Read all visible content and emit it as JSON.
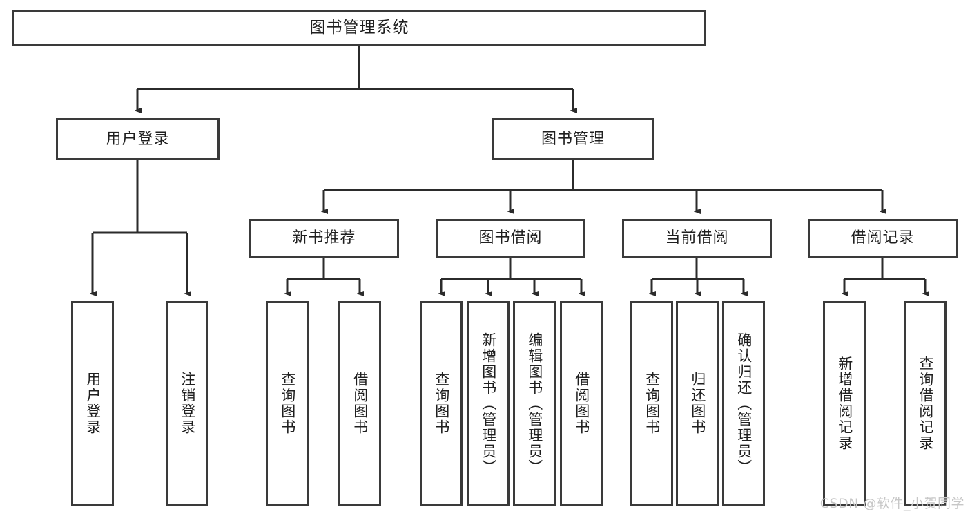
{
  "diagram": {
    "title": "图书管理系统",
    "watermark": "CSDN @软件_小贺同学",
    "colors": {
      "box_border": "#3a3a3a",
      "edge": "#2b2b2b",
      "background": "#ffffff",
      "text": "#1f1f1f",
      "watermark": "#c7c7c7"
    },
    "levels": {
      "root": "图书管理系统",
      "level2": [
        "用户登录",
        "图书管理"
      ],
      "level3": [
        "新书推荐",
        "图书借阅",
        "当前借阅",
        "借阅记录"
      ]
    },
    "nodes": {
      "root": {
        "label": "图书管理系统"
      },
      "user_login": {
        "label": "用户登录"
      },
      "book_manage": {
        "label": "图书管理"
      },
      "new_book_rec": {
        "label": "新书推荐"
      },
      "book_borrow": {
        "label": "图书借阅"
      },
      "current_borrow": {
        "label": "当前借阅"
      },
      "borrow_record": {
        "label": "借阅记录"
      }
    },
    "leaves": {
      "user_login": [
        {
          "label": "用户登录"
        },
        {
          "label": "注销登录"
        }
      ],
      "new_book_rec": [
        {
          "label": "查询图书"
        },
        {
          "label": "借阅图书"
        }
      ],
      "book_borrow": [
        {
          "label": "查询图书"
        },
        {
          "label": "新增图书（管理员）"
        },
        {
          "label": "编辑图书（管理员）"
        },
        {
          "label": "借阅图书"
        }
      ],
      "current_borrow": [
        {
          "label": "查询图书"
        },
        {
          "label": "归还图书"
        },
        {
          "label": "确认归还（管理员）"
        }
      ],
      "borrow_record": [
        {
          "label": "新增借阅记录"
        },
        {
          "label": "查询借阅记录"
        }
      ]
    }
  }
}
